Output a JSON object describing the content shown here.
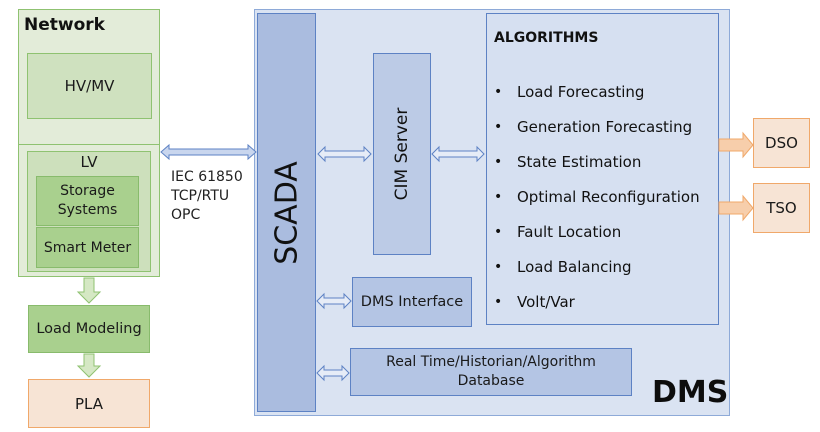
{
  "network": {
    "title": "Network",
    "hv_mv": "HV/MV",
    "lv": {
      "label": "LV",
      "storage": "Storage Systems",
      "smart_meter": "Smart Meter"
    },
    "load_modeling": "Load Modeling",
    "pla": "PLA"
  },
  "link_protocols": [
    "IEC 61850",
    "TCP/RTU",
    "OPC"
  ],
  "dms": {
    "label": "DMS",
    "scada": "SCADA",
    "cim_server": "CIM Server",
    "dms_interface": "DMS Interface",
    "database": [
      "Real Time/Historian/Algorithm",
      "Database"
    ],
    "algorithms": {
      "title": "ALGORITHMS",
      "bullet": "•",
      "items": [
        "Load Forecasting",
        "Generation Forecasting",
        "State Estimation",
        "Optimal Reconfiguration",
        "Fault Location",
        "Load Balancing",
        "Volt/Var"
      ]
    }
  },
  "outputs": {
    "dso": "DSO",
    "tso": "TSO"
  },
  "colors": {
    "network_fill": "#e3ecd9",
    "network_accent": "#a9d08e",
    "dms_fill": "#dae3f2",
    "scada_fill": "#aabcdf",
    "output_fill": "#f7e4d5",
    "output_border": "#f0a86a"
  }
}
